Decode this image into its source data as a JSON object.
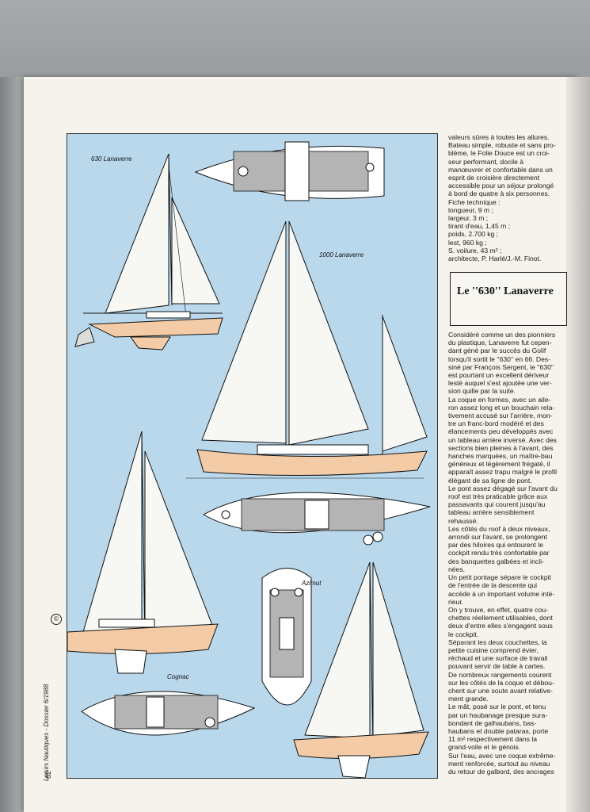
{
  "labels": {
    "boat_630": "630 Lanaverre",
    "boat_1000": "1000 Lanaverre",
    "boat_azimut": "Azimut",
    "boat_cognac": "Cognac",
    "side_credit": "Loisirs Nautiques - Dossier 6/1988",
    "page_number": "82",
    "copyright": "©"
  },
  "colors": {
    "figure_bg": "#b9d8ec",
    "hull": "#f3cba7",
    "deck_grey": "#b4b4b4"
  },
  "column_top": [
    "valeurs sûres à toutes les allures.",
    "Bateau simple, robuste et sans pro-",
    "blème, le Folie Douce est un croi-",
    "seur performant, docile à",
    "manœuvrer et confortable dans un",
    "esprit de croisière directement",
    "accessible pour un séjour prolongé",
    "à bord de quatre à six personnes."
  ],
  "spec": [
    "Fiche technique :",
    "longueur, 9 m ;",
    "largeur, 3 m ;",
    "tirant d'eau, 1,45 m ;",
    "poids, 2.700 kg ;",
    "lest, 960 kg ;",
    "S. voilure, 43 m² ;",
    "architecte, P. Harlé/J.-M. Finot."
  ],
  "article_title": "Le ''630'' Lanaverre",
  "article": [
    "Considéré comme un des pionniers",
    "du plastique, Lanaverre fut cepen-",
    "dant géné par le succès du Golif",
    "lorsqu'il sortit le ''630'' en 66. Des-",
    "siné par François Sergent, le ''630''",
    "est pourtant un excellent dériveur",
    "lesté auquel s'est ajoutée une ver-",
    "sion quille par la suite.",
    "La coque en formes, avec un aile-",
    "ron assez long et un bouchain rela-",
    "tivement accusé sur l'arrière, mon-",
    "tre un franc-bord modéré et des",
    "élancements peu développés avec",
    "un tableau arrière inversé. Avec des",
    "sections bien pleines à l'avant, des",
    "hanches marquées, un maître-bau",
    "généreux et légèrement frégaté, il",
    "apparaît assez trapu malgré le profil",
    "élégant de sa ligne de pont.",
    "Le pont assez dégagé sur l'avant du",
    "roof est très praticable grâce aux",
    "passavants qui courent jusqu'au",
    "tableau arrière sensiblement",
    "rehaussé.",
    "Les côtés du roof à deux niveaux,",
    "arrondi sur l'avant, se prolongent",
    "par des hiloires qui entourent le",
    "cockpit rendu très confortable par",
    "des banquettes galbées et incli-",
    "nées.",
    "Un petit pontage sépare le cockpit",
    "de l'entrée de la descente qui",
    "accède à un important volume inté-",
    "rieur.",
    "On y trouve, en effet, quatre cou-",
    "chettes réellement utilisables, dont",
    "deux d'entre elles s'engagent sous",
    "le cockpit.",
    "Séparant les deux couchettes, la",
    "petite cuisine comprend évier,",
    "réchaud et une surface de travail",
    "pouvant servir de table à cartes.",
    "De nombreux rangements courent",
    "sur les côtés de la coque et débou-",
    "chent sur une soute avant relative-",
    "ment grande.",
    "Le mât, posé sur le pont, et tenu",
    "par un haubanage presque sura-",
    "bondant de galhaubans, bas-",
    "haubans et double pataras, porte",
    "11 m² respectivement dans la",
    "grand-voile et le génois.",
    "Sur l'eau, avec une coque extrême-",
    "ment renforcée, surtout au niveau",
    "du retour de galbord, des ancrages"
  ]
}
